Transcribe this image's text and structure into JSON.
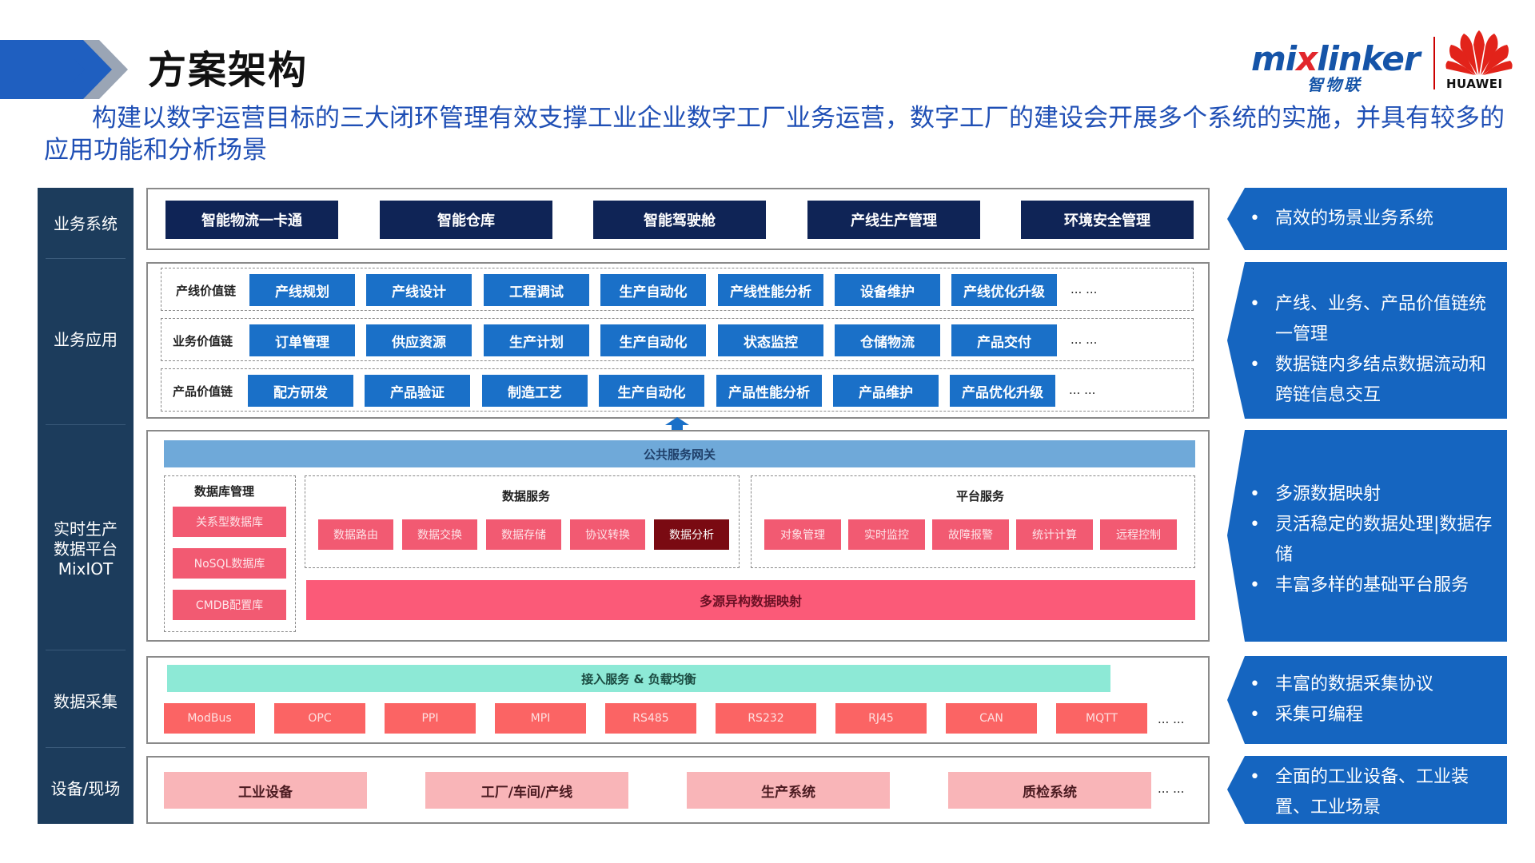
{
  "header": {
    "title": "方案架构",
    "subtitle": "构建以数字运营目标的三大闭环管理有效支撑工业企业数字工厂业务运营，数字工厂的建设会开展多个系统的实施，并具有较多的应用功能和分析场景",
    "logo_mix": "mixlinker",
    "logo_mix_cn": "智物联",
    "logo_hw": "HUAWEI"
  },
  "layers": [
    "业务系统",
    "业务应用",
    "实时生产\n数据平台\nMixIOT",
    "数据采集",
    "设备/现场"
  ],
  "business_systems": [
    "智能物流一卡通",
    "智能仓库",
    "智能驾驶舱",
    "产线生产管理",
    "环境安全管理"
  ],
  "value_chains": [
    {
      "label": "产线价值链",
      "items": [
        "产线规划",
        "产线设计",
        "工程调试",
        "生产自动化",
        "产线性能分析",
        "设备维护",
        "产线优化升级"
      ],
      "more": "... ..."
    },
    {
      "label": "业务价值链",
      "items": [
        "订单管理",
        "供应资源",
        "生产计划",
        "生产自动化",
        "状态监控",
        "仓储物流",
        "产品交付"
      ],
      "more": "... ..."
    },
    {
      "label": "产品价值链",
      "items": [
        "配方研发",
        "产品验证",
        "制造工艺",
        "生产自动化",
        "产品性能分析",
        "产品维护",
        "产品优化升级"
      ],
      "more": "... ..."
    }
  ],
  "platform": {
    "gateway": "公共服务网关",
    "db_title": "数据库管理",
    "db_items": [
      "关系型数据库",
      "NoSQL数据库",
      "CMDB配置库"
    ],
    "data_service_title": "数据服务",
    "data_services": [
      "数据路由",
      "数据交换",
      "数据存储",
      "协议转换",
      "数据分析"
    ],
    "platform_service_title": "平台服务",
    "platform_services": [
      "对象管理",
      "实时监控",
      "故障报警",
      "统计计算",
      "远程控制"
    ],
    "hetero": "多源异构数据映射"
  },
  "collection": {
    "access": "接入服务 & 负载均衡",
    "protocols": [
      "ModBus",
      "OPC",
      "PPI",
      "MPI",
      "RS485",
      "RS232",
      "RJ45",
      "CAN",
      "MQTT"
    ],
    "more": "... ..."
  },
  "field": {
    "items": [
      "工业设备",
      "工厂/车间/产线",
      "生产系统",
      "质检系统"
    ],
    "more": "... ..."
  },
  "right_panels": [
    [
      "高效的场景业务系统"
    ],
    [
      "产线、业务、产品价值链统一管理",
      "数据链内多结点数据流动和跨链信息交互"
    ],
    [
      "多源数据映射",
      "灵活稳定的数据处理|数据存储",
      "丰富多样的基础平台服务"
    ],
    [
      "丰富的数据采集协议",
      "采集可编程"
    ],
    [
      "全面的工业设备、工业装置、工业场景"
    ]
  ],
  "colors": {
    "accent_blue": "#1a70c8",
    "navy": "#0f2456",
    "left_col": "#1c3c5c",
    "panel_blue": "#1565c0",
    "pink": "#fb5a78"
  }
}
